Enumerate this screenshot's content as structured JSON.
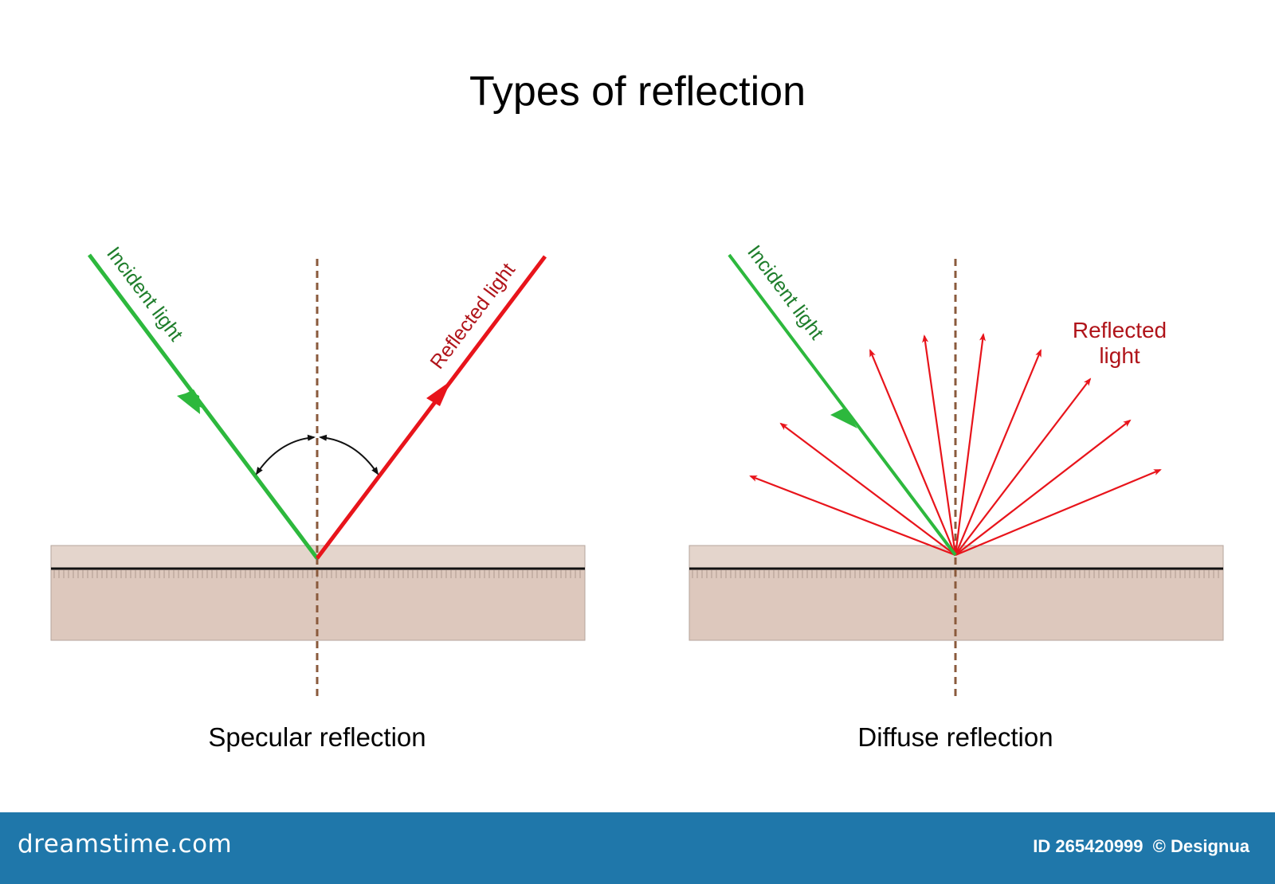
{
  "title": "Types of reflection",
  "panels": [
    {
      "caption": "Specular reflection",
      "incident_label": "Incident light",
      "reflected_label": "Reflected light"
    },
    {
      "caption": "Diffuse reflection",
      "incident_label": "Incident light",
      "reflected_label_line1": "Reflected",
      "reflected_label_line2": "light"
    }
  ],
  "colors": {
    "incident": "#2db83d",
    "incident_text": "#1e7d2b",
    "reflected": "#e8141b",
    "reflected_text": "#b0141a",
    "surface": "#e0cdc3",
    "surface_edge": "#a89890",
    "normal": "#8a5a3c",
    "footer": "#1f77aa"
  },
  "footer": {
    "brand": "dreamstime.com",
    "id_label": "ID 265420999",
    "author": "© Designua"
  }
}
